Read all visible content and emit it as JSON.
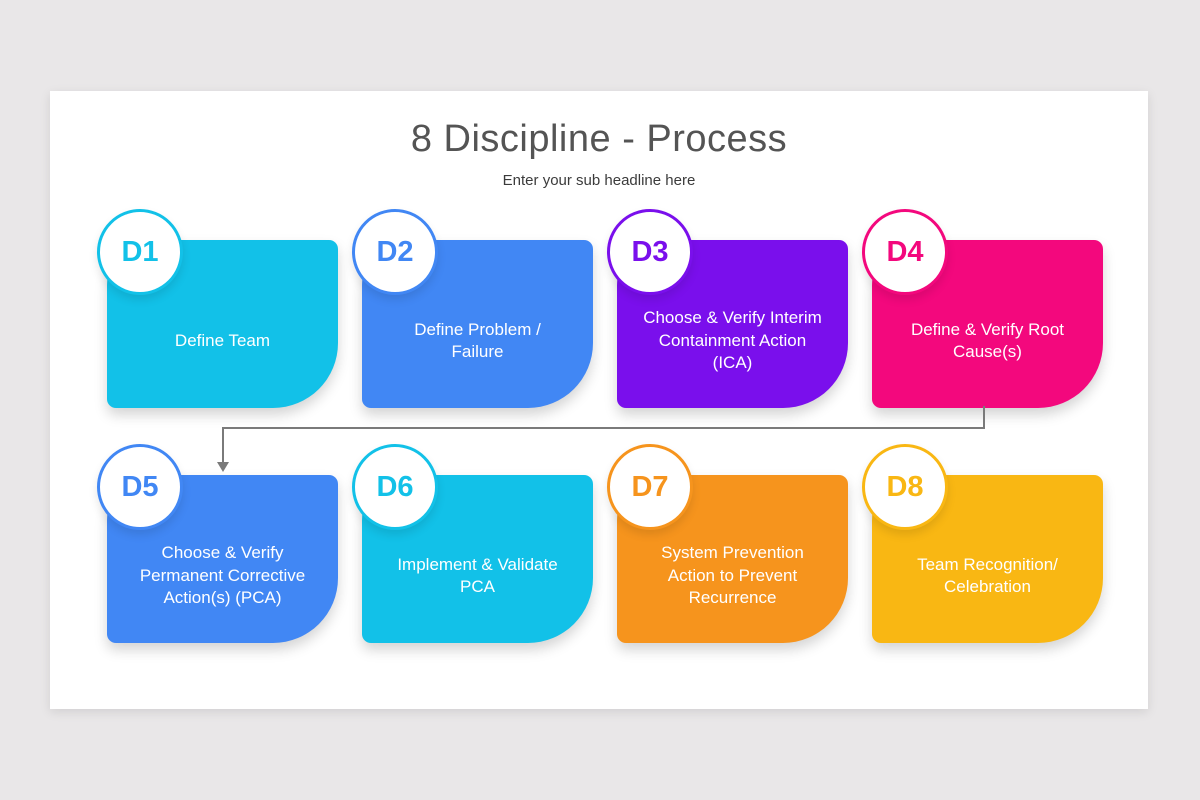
{
  "page": {
    "background_color": "#E9E7E8",
    "slide_background_color": "#FFFFFF"
  },
  "header": {
    "title": "8 Discipline - Process",
    "subtitle": "Enter your sub headline here",
    "title_color": "#545454",
    "subtitle_color": "#3B3B3B"
  },
  "cards": [
    {
      "id": "D1",
      "label": "Define Team",
      "color": "#12C1E8"
    },
    {
      "id": "D2",
      "label": "Define Problem /\nFailure",
      "color": "#4187F4"
    },
    {
      "id": "D3",
      "label": "Choose & Verify Interim\nContainment Action\n(ICA)",
      "color": "#7A0FEC"
    },
    {
      "id": "D4",
      "label": "Define & Verify Root\nCause(s)",
      "color": "#F3087D"
    },
    {
      "id": "D5",
      "label": "Choose & Verify\nPermanent Corrective\nAction(s) (PCA)",
      "color": "#4187F4"
    },
    {
      "id": "D6",
      "label": "Implement & Validate\nPCA",
      "color": "#12C1E8"
    },
    {
      "id": "D7",
      "label": "System Prevention\nAction to Prevent\nRecurrence",
      "color": "#F6941D"
    },
    {
      "id": "D8",
      "label": "Team Recognition/\nCelebration",
      "color": "#F9B713"
    }
  ],
  "connector": {
    "from": "D4",
    "to": "D5",
    "color": "#7A7A7A"
  }
}
